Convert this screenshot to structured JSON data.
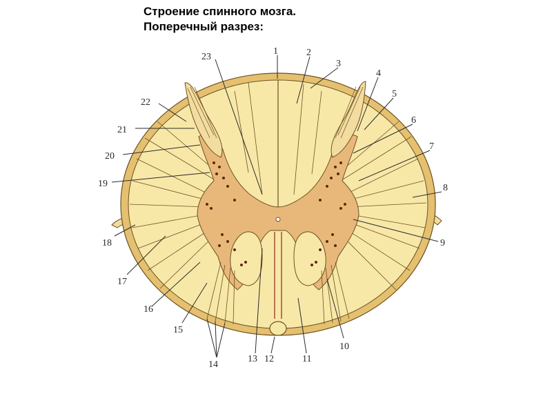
{
  "title": {
    "line1": "Строение спинного мозга.",
    "line2": "Поперечный разрез:"
  },
  "labels": [
    "1",
    "2",
    "3",
    "4",
    "5",
    "6",
    "7",
    "8",
    "9",
    "10",
    "11",
    "12",
    "13",
    "14",
    "15",
    "16",
    "17",
    "18",
    "19",
    "20",
    "21",
    "22",
    "23"
  ],
  "colors": {
    "white_matter": "#f8e8a8",
    "pia_outline": "#b8923a",
    "gray_matter": "#e8b87a",
    "gray_dark": "#d9a060",
    "outline": "#6b5020",
    "cell_dots": "#5a2a10"
  }
}
